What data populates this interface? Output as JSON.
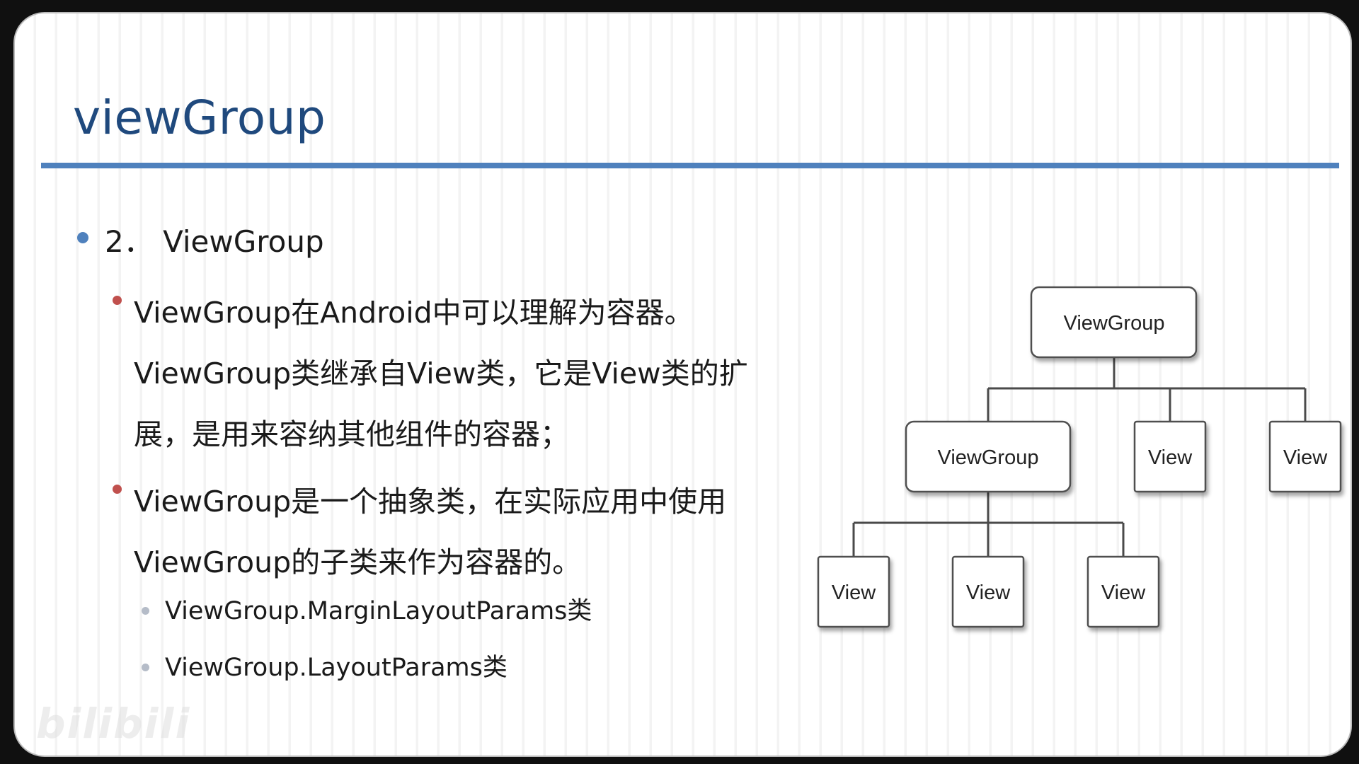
{
  "slide": {
    "title": "viewGroup",
    "heading": "2． ViewGroup",
    "points": [
      {
        "lines": [
          "ViewGroup在Android中可以理解为容器。",
          "ViewGroup类继承自View类，它是View类的扩",
          "展，是用来容纳其他组件的容器；"
        ]
      },
      {
        "lines": [
          "ViewGroup是一个抽象类，在实际应用中使用",
          "ViewGroup的子类来作为容器的。"
        ]
      }
    ],
    "subpoints": [
      "ViewGroup.MarginLayoutParams类",
      "ViewGroup.LayoutParams类"
    ]
  },
  "diagram": {
    "root": "ViewGroup",
    "level2": [
      "ViewGroup",
      "View",
      "View"
    ],
    "level3": [
      "View",
      "View",
      "View"
    ]
  },
  "watermark": "bilibili",
  "colors": {
    "title": "#1f497d",
    "rule": "#4f81bd",
    "bullet_level1": "#4f81bd",
    "bullet_level2": "#c0504d",
    "bullet_level3": "#b5bcc8"
  }
}
